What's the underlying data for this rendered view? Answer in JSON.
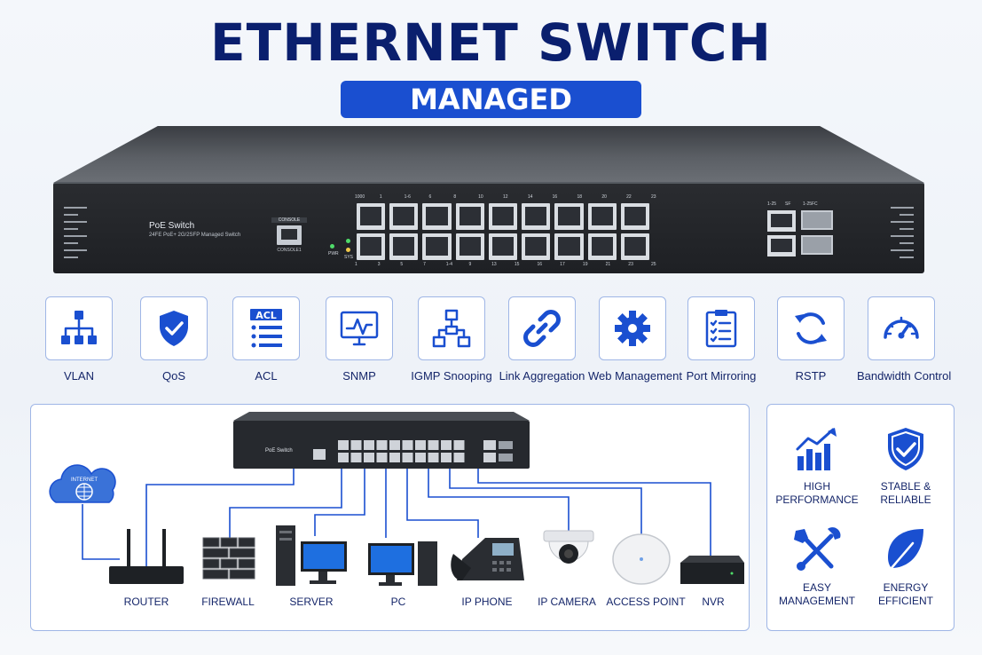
{
  "header": {
    "title": "ETHERNET SWITCH",
    "badge": "MANAGED"
  },
  "switch": {
    "label": "PoE Switch",
    "sublabel": "24FE PoE+ 2G/2SFP Managed Switch",
    "console_top": "CONSOLE",
    "console_bottom": "CONSOLE1",
    "led_pwr": "PWR",
    "led_sys": "SYS",
    "port_numbers_top": [
      "1000",
      "1",
      "1-6",
      "6",
      "8",
      "10",
      "12",
      "14",
      "16",
      "18",
      "20",
      "22",
      "23"
    ],
    "port_numbers_bottom": [
      "1",
      "3",
      "5",
      "7",
      "1-4",
      "9",
      "13",
      "15",
      "16",
      "17",
      "19",
      "21",
      "23",
      "25"
    ],
    "sfp_labels": [
      "1-25",
      "SF",
      "1-25FC"
    ]
  },
  "features": [
    {
      "label": "VLAN",
      "icon": "network-hierarchy-icon"
    },
    {
      "label": "QoS",
      "icon": "shield-check-icon"
    },
    {
      "label": "ACL",
      "icon": "acl-list-icon"
    },
    {
      "label": "SNMP",
      "icon": "monitor-graph-icon"
    },
    {
      "label": "IGMP Snooping",
      "icon": "multicast-tree-icon"
    },
    {
      "label": "Link Aggregation",
      "icon": "chain-link-icon"
    },
    {
      "label": "Web Management",
      "icon": "gear-icon"
    },
    {
      "label": "Port Mirroring",
      "icon": "clipboard-list-icon"
    },
    {
      "label": "RSTP",
      "icon": "refresh-cycle-icon"
    },
    {
      "label": "Bandwidth Control",
      "icon": "speedometer-icon"
    }
  ],
  "network": {
    "cloud_label": "INTERNET",
    "mini_switch_label": "PoE Switch",
    "devices": [
      {
        "label": "ROUTER",
        "icon": "router-icon"
      },
      {
        "label": "FIREWALL",
        "icon": "firewall-icon"
      },
      {
        "label": "SERVER",
        "icon": "server-icon"
      },
      {
        "label": "PC",
        "icon": "pc-icon"
      },
      {
        "label": "IP PHONE",
        "icon": "ip-phone-icon"
      },
      {
        "label": "IP CAMERA",
        "icon": "ip-camera-icon"
      },
      {
        "label": "ACCESS POINT",
        "icon": "access-point-icon"
      },
      {
        "label": "NVR",
        "icon": "nvr-icon"
      }
    ]
  },
  "benefits": [
    {
      "line1": "HIGH",
      "line2": "PERFORMANCE",
      "icon": "bar-chart-up-icon"
    },
    {
      "line1": "STABLE &",
      "line2": "RELIABLE",
      "icon": "shield-check-icon"
    },
    {
      "line1": "EASY",
      "line2": "MANAGEMENT",
      "icon": "wrench-screwdriver-icon"
    },
    {
      "line1": "ENERGY",
      "line2": "EFFICIENT",
      "icon": "leaf-icon"
    }
  ],
  "colors": {
    "accent": "#1a4fd0",
    "title": "#0a1f6e",
    "border": "#9fb6e6"
  }
}
